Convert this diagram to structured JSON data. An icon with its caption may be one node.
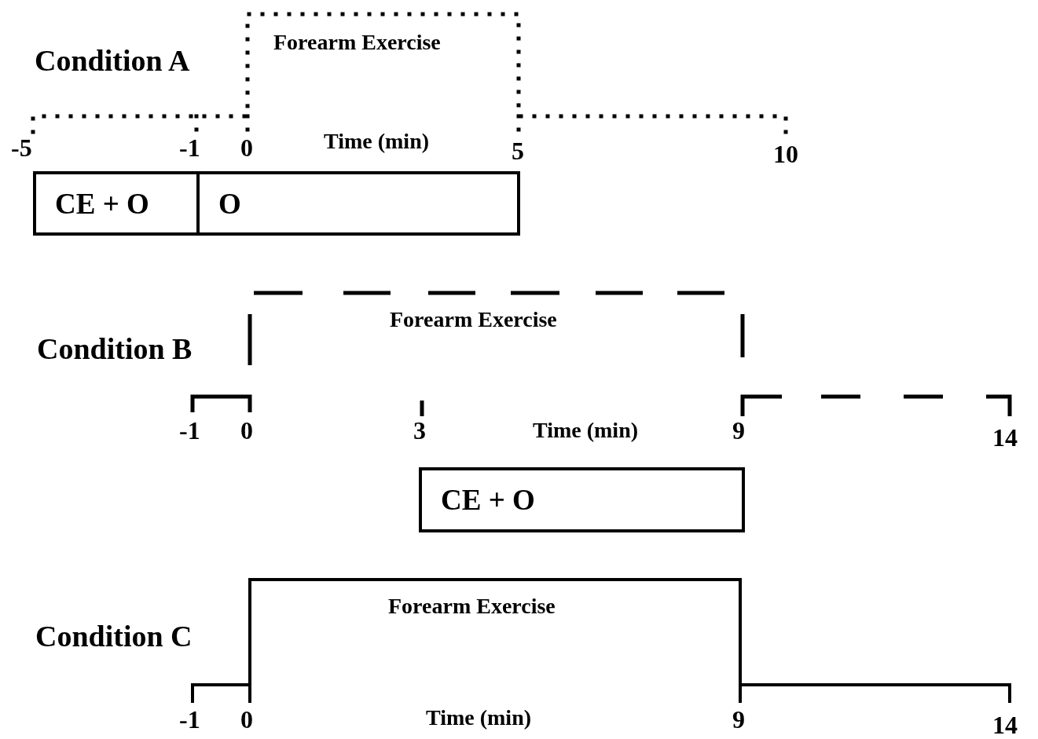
{
  "diagram": {
    "nodes": [
      {
        "text": [
          "CE + O"
        ]
      },
      {
        "text": [
          "O"
        ]
      },
      {
        "text": [
          "CE + O"
        ]
      }
    ],
    "labels": [
      "Condition A",
      "Forearm Exercise",
      "-5",
      "-1",
      "0",
      "Time (min)",
      "5",
      "10",
      "Forearm Exercise",
      "Condition B",
      "-1",
      "0",
      "3",
      "Time (min)",
      "9",
      "14",
      "Forearm Exercise",
      "Condition C",
      "-1",
      "0",
      "Time (min)",
      "9",
      "14"
    ]
  }
}
